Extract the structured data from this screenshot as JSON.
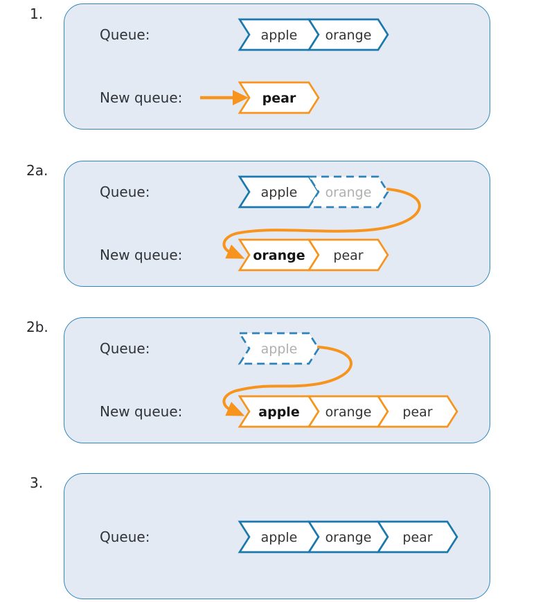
{
  "figure": {
    "title": "queue-enqueue-reversal-diagram",
    "colors": {
      "chevron_blue": "#1b78ad",
      "chevron_blue_dashed": "#2d83b8",
      "chevron_orange": "#f7941d",
      "arrow_orange": "#f7941d",
      "panel_fill": "#e4eaf4",
      "panel_border": "#3186b8",
      "text_dark": "#333333",
      "text_bold": "#151515",
      "text_muted": "#b0b0b0"
    },
    "panels": [
      {
        "step_label": "1.",
        "rows": [
          {
            "label": "Queue:",
            "items": [
              {
                "text": "apple",
                "style": "blue"
              },
              {
                "text": "orange",
                "style": "blue"
              }
            ]
          },
          {
            "label": "New queue:",
            "items": [
              {
                "text": "pear",
                "style": "orange-bold"
              }
            ]
          }
        ]
      },
      {
        "step_label": "2a.",
        "rows": [
          {
            "label": "Queue:",
            "items": [
              {
                "text": "apple",
                "style": "blue"
              },
              {
                "text": "orange",
                "style": "blue-dashed"
              }
            ]
          },
          {
            "label": "New queue:",
            "items": [
              {
                "text": "orange",
                "style": "orange-bold"
              },
              {
                "text": "pear",
                "style": "orange"
              }
            ]
          }
        ]
      },
      {
        "step_label": "2b.",
        "rows": [
          {
            "label": "Queue:",
            "items": [
              {
                "text": "apple",
                "style": "blue-dashed"
              }
            ]
          },
          {
            "label": "New queue:",
            "items": [
              {
                "text": "apple",
                "style": "orange-bold"
              },
              {
                "text": "orange",
                "style": "orange"
              },
              {
                "text": "pear",
                "style": "orange"
              }
            ]
          }
        ]
      },
      {
        "step_label": "3.",
        "rows": [
          {
            "label": "Queue:",
            "items": [
              {
                "text": "apple",
                "style": "blue"
              },
              {
                "text": "orange",
                "style": "blue"
              },
              {
                "text": "pear",
                "style": "blue"
              }
            ]
          }
        ]
      }
    ]
  }
}
